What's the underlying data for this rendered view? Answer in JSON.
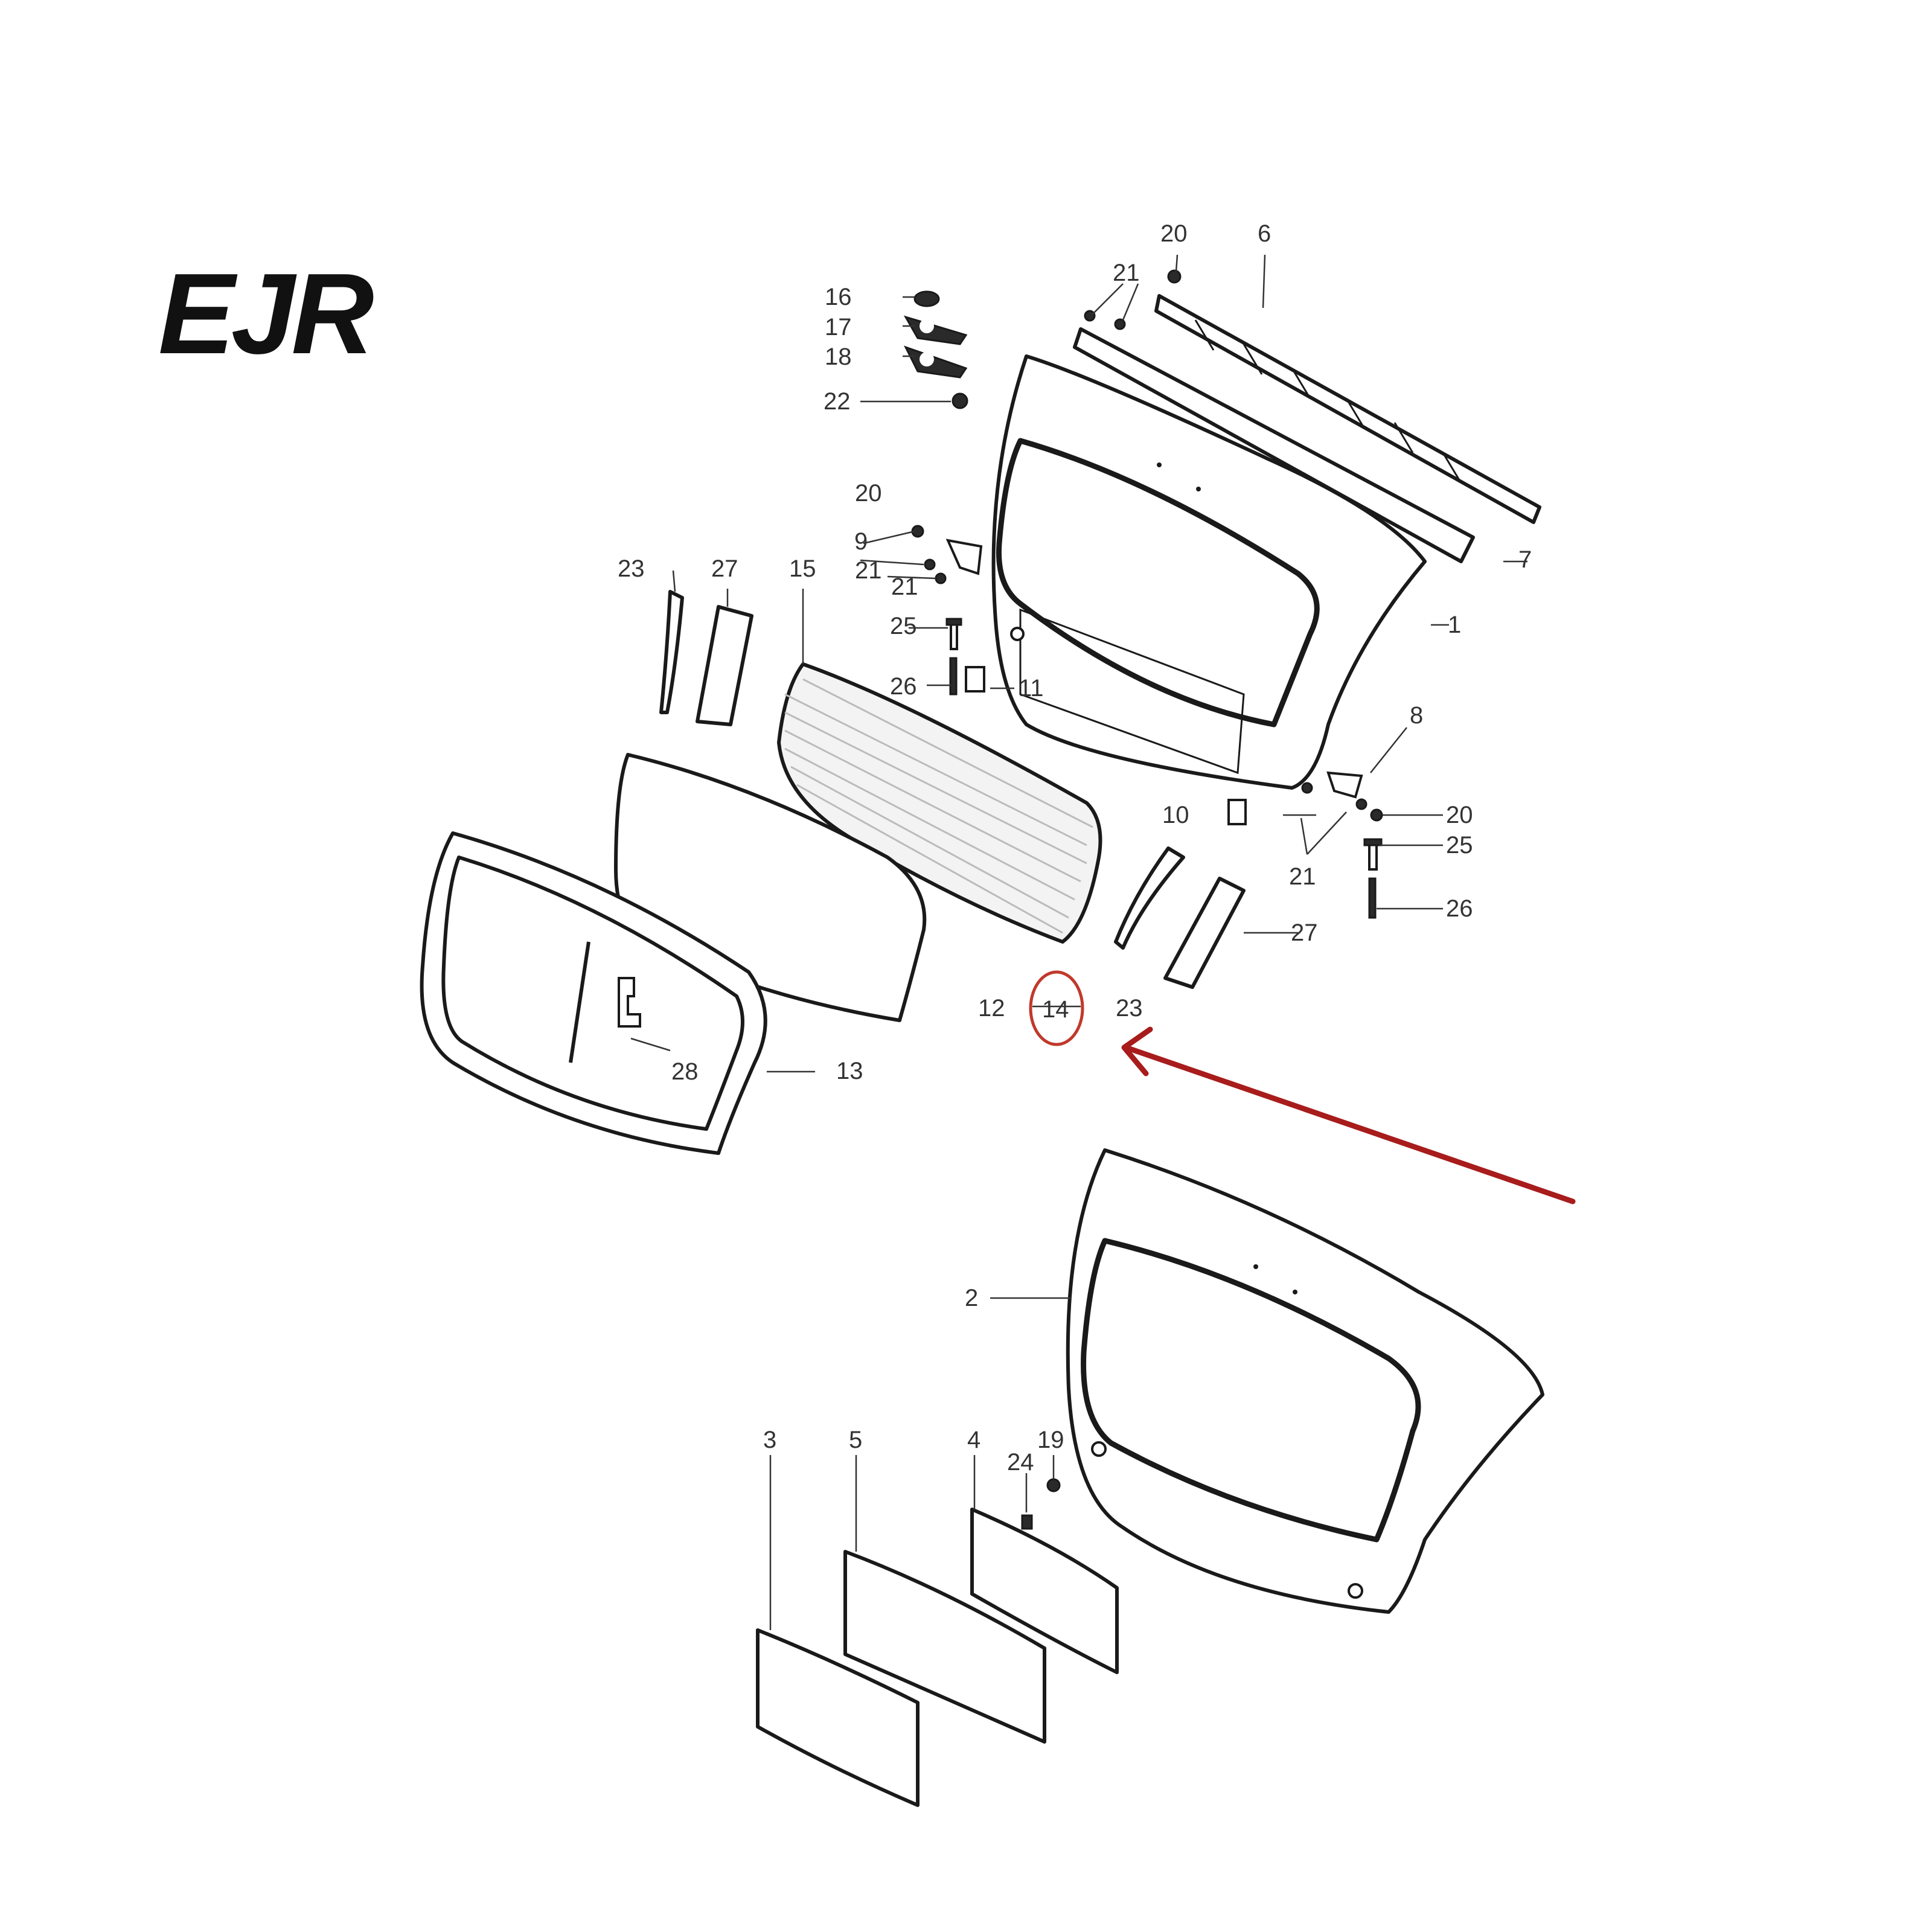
{
  "logo": {
    "text": "EJR"
  },
  "colors": {
    "highlight": "#c0392b",
    "arrow": "#a81c1c",
    "line": "#1a1a1a"
  },
  "highlighted_part": "14",
  "callouts": {
    "c1": "1",
    "c2": "2",
    "c3": "3",
    "c4": "4",
    "c5": "5",
    "c6": "6",
    "c7": "7",
    "c8": "8",
    "c9": "9",
    "c10": "10",
    "c11": "11",
    "c12": "12",
    "c13": "13",
    "c14": "14",
    "c15": "15",
    "c16": "16",
    "c17": "17",
    "c18": "18",
    "c19": "19",
    "c20a": "20",
    "c20b": "20",
    "c20c": "20",
    "c21a": "21",
    "c21b": "21",
    "c21c": "21",
    "c21d": "21",
    "c22": "22",
    "c23a": "23",
    "c23b": "23",
    "c24": "24",
    "c25a": "25",
    "c25b": "25",
    "c26a": "26",
    "c26b": "26",
    "c27a": "27",
    "c27b": "27",
    "c28": "28"
  }
}
